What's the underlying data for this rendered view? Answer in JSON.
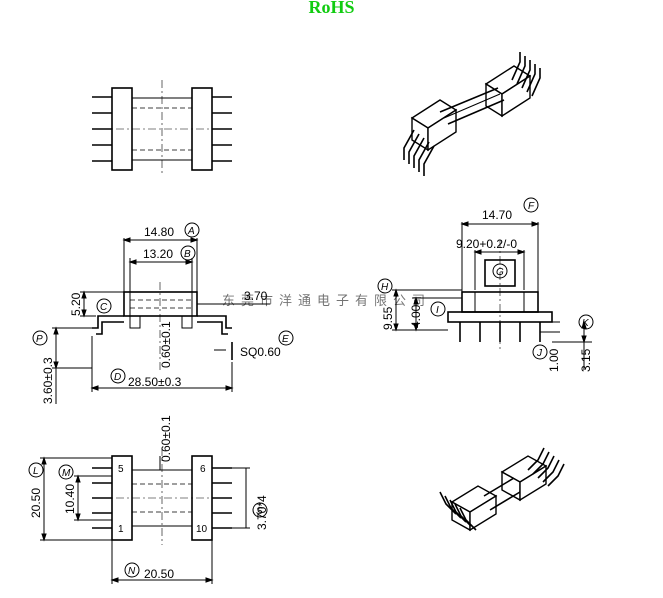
{
  "title": "RoHS",
  "title_color": "#11cc11",
  "watermark": "东莞市洋通电子有限公司",
  "dimensions": {
    "a": "14.80",
    "b": "13.20",
    "c": "5.20",
    "gap": "3.70",
    "e": "SQ0.60",
    "p": "3.60±0.3",
    "t1": "0.60±0.1",
    "d": "28.50±0.3",
    "f": "14.70",
    "g": "9.20+0.2/-0",
    "h": "9.55",
    "i": "4.00",
    "j": "1.00",
    "k": "3.15",
    "t2": "0.60±0.1",
    "l": "20.50",
    "m": "10.40",
    "s": "3.70*4",
    "n": "20.50"
  },
  "labels": {
    "a": "A",
    "b": "B",
    "c": "C",
    "e": "E",
    "p": "P",
    "d": "D",
    "f": "F",
    "g": "G",
    "h": "H",
    "i": "I",
    "j": "J",
    "k": "K",
    "l": "L",
    "m": "M",
    "s": "S",
    "n": "N"
  },
  "pins": {
    "p5": "5",
    "p6": "6",
    "p1": "1",
    "p10": "10"
  }
}
